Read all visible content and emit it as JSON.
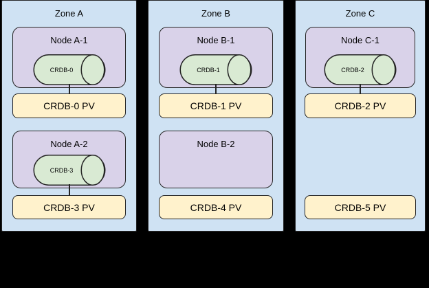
{
  "diagram": {
    "colors": {
      "background": "#000000",
      "zone_fill": "#cfe2f3",
      "node_fill": "#d9d2e9",
      "cylinder_fill": "#d9ead3",
      "pv_fill": "#fff2cc",
      "stroke": "#242424",
      "text": "#000000"
    },
    "zones": [
      {
        "title": "Zone A",
        "nodes": [
          {
            "label": "Node A-1",
            "pod": "CRDB-0"
          },
          {
            "label": "Node A-2",
            "pod": "CRDB-3"
          }
        ],
        "pvs": [
          "CRDB-0 PV",
          "CRDB-3 PV"
        ]
      },
      {
        "title": "Zone B",
        "nodes": [
          {
            "label": "Node B-1",
            "pod": "CRDB-1"
          },
          {
            "label": "Node B-2"
          }
        ],
        "pvs": [
          "CRDB-1 PV",
          "CRDB-4 PV"
        ]
      },
      {
        "title": "Zone C",
        "nodes": [
          {
            "label": "Node C-1",
            "pod": "CRDB-2"
          }
        ],
        "pvs": [
          "CRDB-2 PV",
          "CRDB-5 PV"
        ]
      }
    ]
  }
}
